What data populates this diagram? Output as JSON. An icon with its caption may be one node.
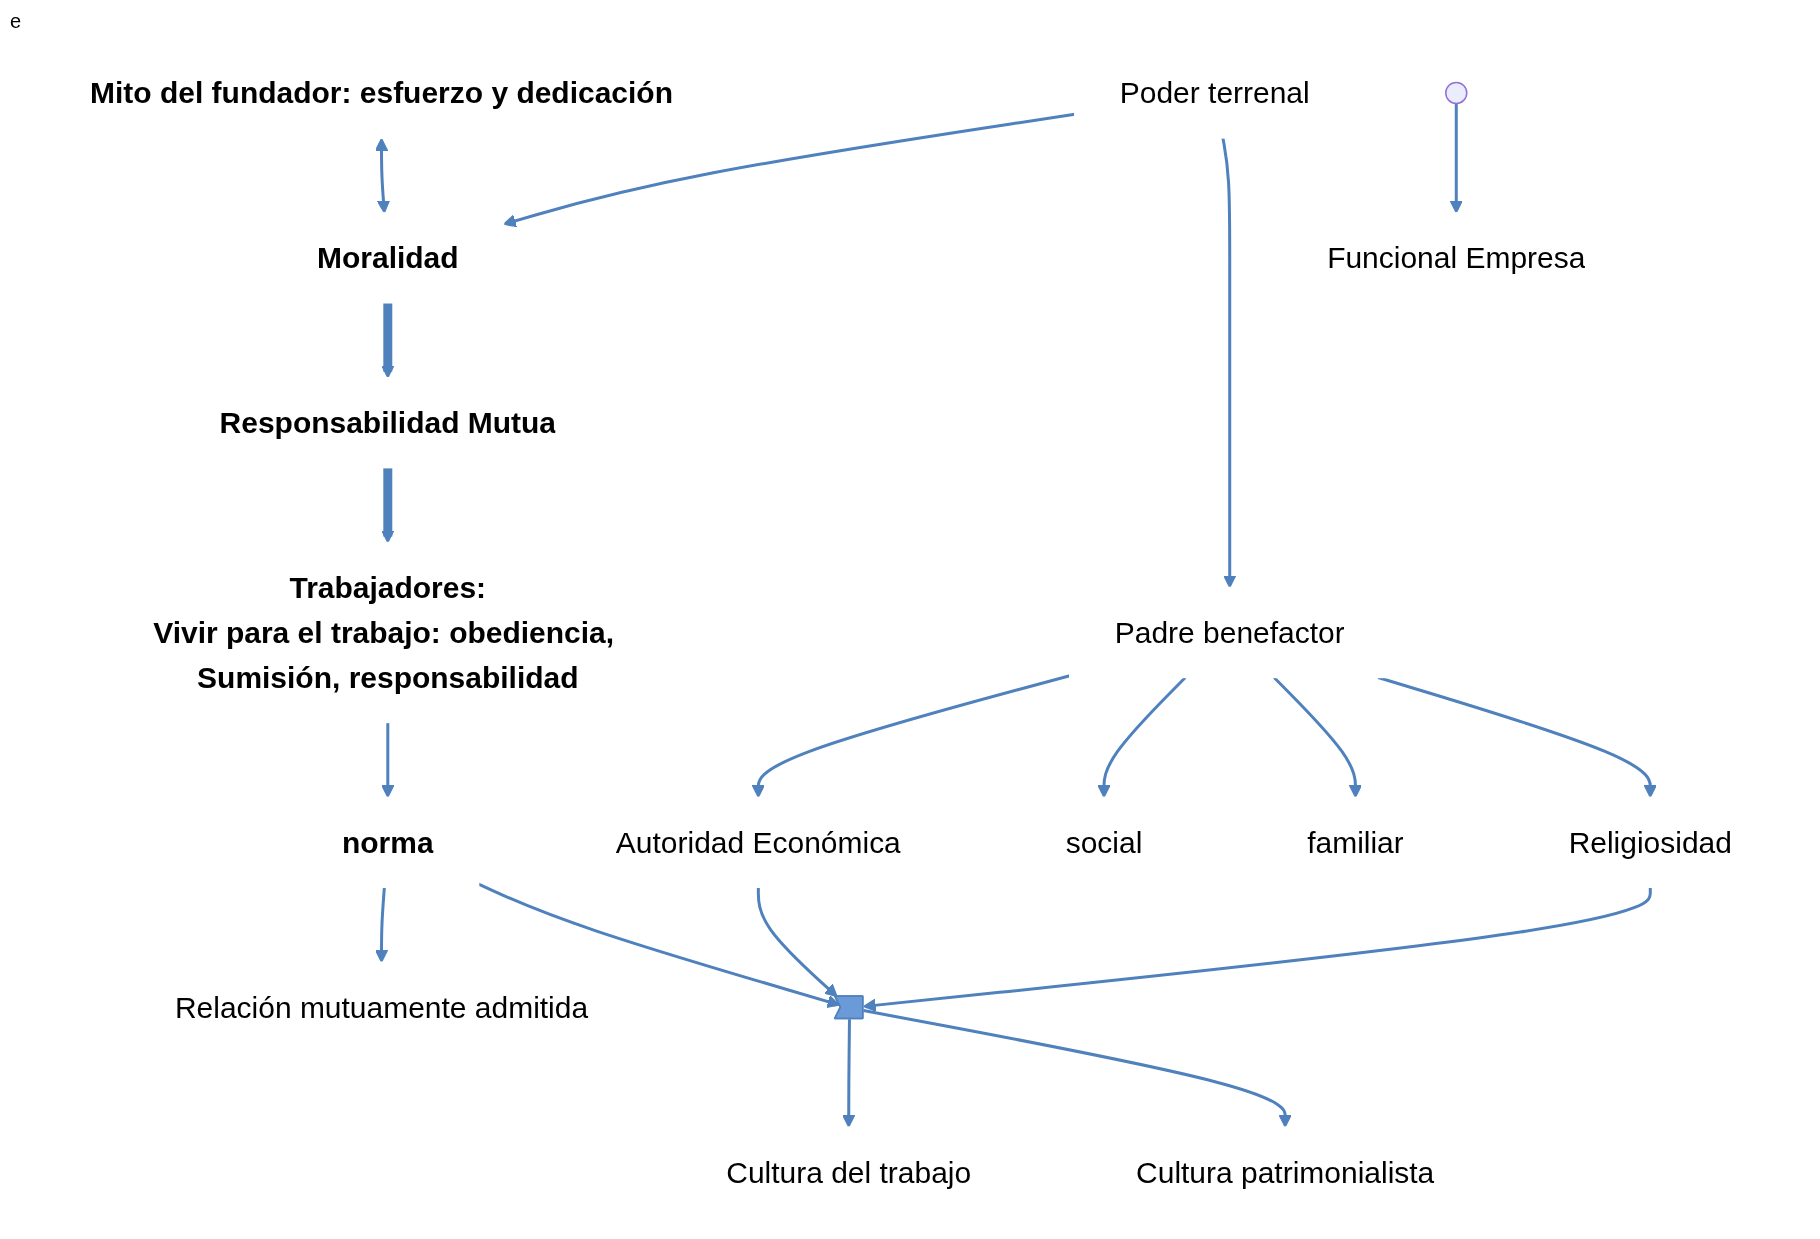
{
  "diagram": {
    "nodes": [
      {
        "text": [
          "Poder terrenal"
        ]
      },
      {
        "text": [
          "Mito del fundador: esfuerzo y dedicación"
        ]
      },
      {
        "text": [
          "Moralidad"
        ]
      },
      {
        "text": [
          "Padre benefactor"
        ]
      },
      {
        "text": [
          "Autoridad Económica"
        ]
      },
      {
        "text": [
          "social"
        ]
      },
      {
        "text": [
          "familiar"
        ]
      },
      {
        "text": [
          "Religiosidad"
        ]
      },
      {
        "text": [
          "Funcional Empresa"
        ]
      },
      {
        "text": [
          "Responsabilidad Mutua"
        ]
      },
      {
        "text": [
          "Trabajadores:",
          "Vivir para el trabajo: obediencia, Sumisión, responsabilidad"
        ]
      },
      {
        "text": [
          "norma"
        ]
      },
      {
        "text": [
          "Relación  mutuamente  admitida"
        ]
      },
      {
        "text": [],
        "shape": "arrow"
      },
      {
        "text": [
          "Cultura del trabajo"
        ]
      },
      {
        "text": [
          "Cultura patrimonialista"
        ]
      }
    ],
    "edges": [
      {
        "from": 0,
        "to": 2,
        "arrow": "to"
      },
      {
        "from": 0,
        "to": 3,
        "arrow": "to"
      },
      {
        "from": 1,
        "to": 2,
        "arrow": "both"
      },
      {
        "from": 3,
        "to": 4,
        "arrow": "to"
      },
      {
        "from": 3,
        "to": 5,
        "arrow": "to"
      },
      {
        "from": 3,
        "to": 6,
        "arrow": "to"
      },
      {
        "from": 3,
        "to": 7,
        "arrow": "to"
      },
      {
        "from": null,
        "to": 8,
        "arrow": "to"
      },
      {
        "from": 2,
        "to": 9,
        "arrow": "to",
        "style": "thick"
      },
      {
        "from": 9,
        "to": 10,
        "arrow": "to",
        "style": "thick"
      },
      {
        "from": 10,
        "to": 11,
        "arrow": "to"
      },
      {
        "from": 11,
        "to": 12,
        "arrow": "to"
      },
      {
        "from": 11,
        "to": 13,
        "arrow": "to"
      },
      {
        "from": 4,
        "to": 13,
        "arrow": "to"
      },
      {
        "from": 7,
        "to": 13,
        "arrow": "to"
      },
      {
        "from": 13,
        "to": 14,
        "arrow": "to"
      },
      {
        "from": 13,
        "to": 15,
        "arrow": "to"
      }
    ],
    "labels": [
      "e"
    ]
  }
}
